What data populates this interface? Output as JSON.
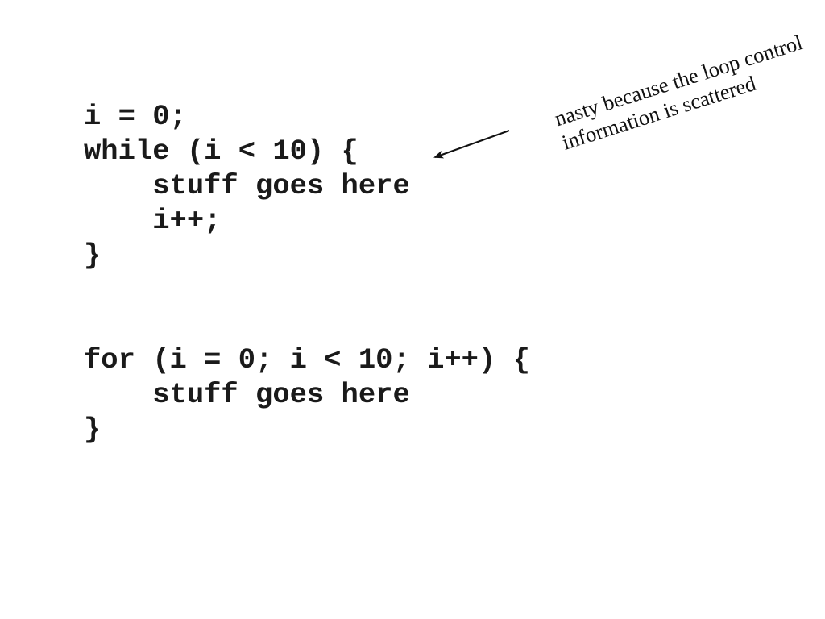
{
  "slide": {
    "while_code": [
      "i = 0;",
      "while (i < 10) {",
      "    stuff goes here",
      "    i++;",
      "}"
    ],
    "for_code": [
      "for (i = 0; i < 10; i++) {",
      "    stuff goes here",
      "}"
    ],
    "annotation": {
      "line1": "nasty because the loop control",
      "line2": "information is scattered"
    }
  }
}
